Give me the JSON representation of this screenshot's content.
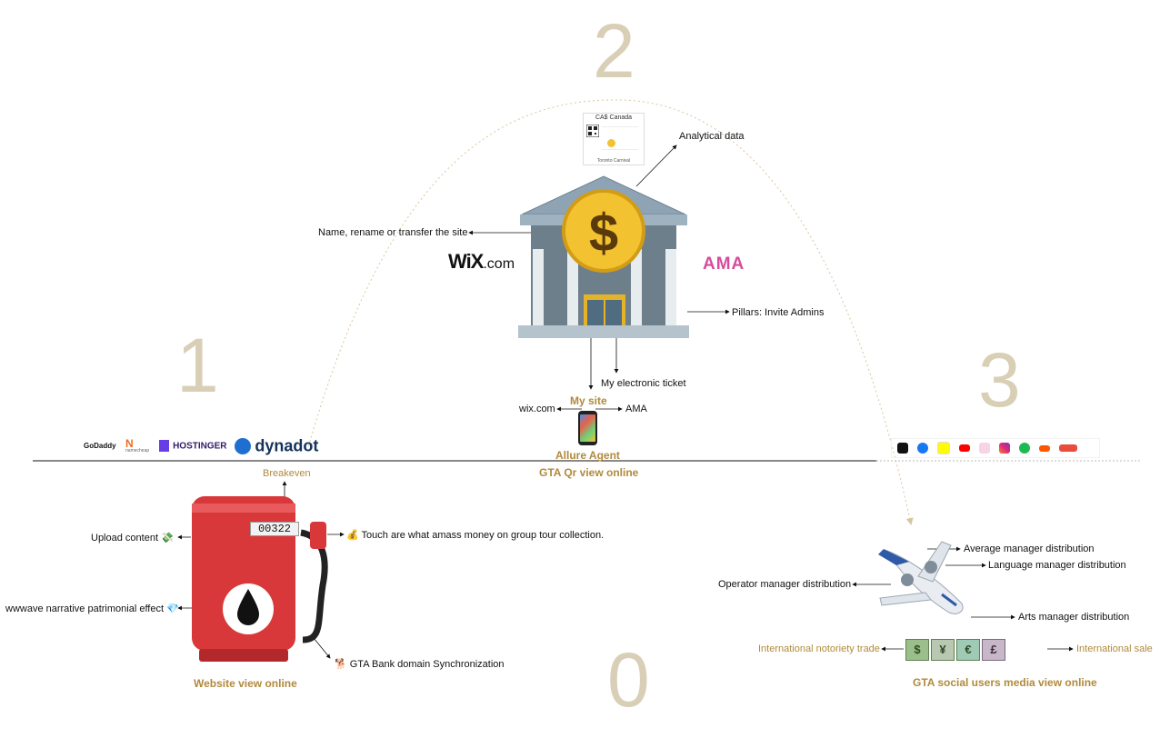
{
  "stages": {
    "s0": "0",
    "s1": "1",
    "s2": "2",
    "s3": "3"
  },
  "center": {
    "ticket_header": "CA$ Canada",
    "ticket_footer": "Toronto Carnival",
    "label_analytical": "Analytical data",
    "label_name": "Name, rename or transfer the site",
    "label_pillars": "Pillars: Invite Admins",
    "label_ticket": "My electronic ticket",
    "my_site": "My site",
    "wix_link": "wix.com",
    "ama_link": "AMA",
    "allure_agent": "Allure Agent",
    "gta_qr": "GTA Qr view online",
    "wix_logo_main": "WiX",
    "wix_logo_suffix": ".com",
    "ama_logo": "AMA"
  },
  "registrars": {
    "godaddy": "GoDaddy",
    "namecheap": "namecheap",
    "hostinger": "HOSTINGER",
    "dynadot": "dynadot"
  },
  "left": {
    "breakeven": "Breakeven",
    "counter": "00322",
    "upload": "Upload content 💸",
    "touch": "💰 Touch are what amass money on group tour collection.",
    "wwwave": "wwwave narrative patrimonial effect 💎",
    "gta_bank": "🐕 GTA Bank domain Synchronization",
    "website_view": "Website view online"
  },
  "right": {
    "average": "Average manager distribution",
    "language": "Language manager distribution",
    "operator": "Operator manager distribution",
    "arts": "Arts manager distribution",
    "intl_trade": "International notoriety trade",
    "intl_sale": "International sale",
    "gta_social": "GTA social users media view online"
  },
  "colors": {
    "gold": "#b08a3c",
    "stage_number": "#d9cfb6",
    "pump_red": "#d9383a",
    "coin": "#f2c230"
  }
}
